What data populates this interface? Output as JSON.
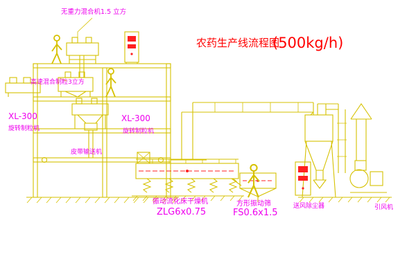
{
  "title": {
    "main": "农药生产线流程图",
    "capacity": "(500kg/h)"
  },
  "labels": {
    "gravity_mixer": "无重力混合机1.5 立方",
    "high_speed_mixer": "高速混合制粒3立方",
    "granulator_left_model": "XL-300",
    "granulator_left_name": "旋转制粒机",
    "granulator_mid_model": "XL-300",
    "granulator_mid_name": "旋转制粒机",
    "belt_conveyor": "皮带输送机",
    "dryer_name": "振动流化床干燥机",
    "dryer_model": "ZLG6x0.75",
    "sieve_name": "方形振动筛",
    "sieve_model": "FS0.6x1.5",
    "dust_collector": "送风除尘器",
    "induced_draft_fan": "引风机"
  },
  "colors": {
    "line": "#d6c100",
    "label": "#ee00ee",
    "title": "#ff0000",
    "accent": "#ff2020",
    "background": "#ffffff"
  }
}
